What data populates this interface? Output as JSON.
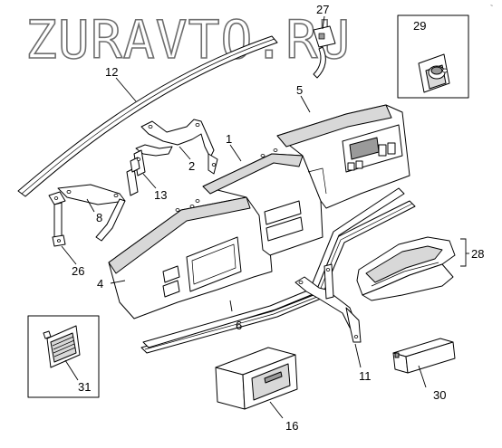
{
  "watermark": {
    "text": "ZURAVTO.RU"
  },
  "corner_mark": "~",
  "callouts": [
    {
      "id": "p1",
      "label": "1"
    },
    {
      "id": "p2",
      "label": "2"
    },
    {
      "id": "p4",
      "label": "4"
    },
    {
      "id": "p5",
      "label": "5"
    },
    {
      "id": "p6",
      "label": "6"
    },
    {
      "id": "p8",
      "label": "8"
    },
    {
      "id": "p11",
      "label": "11"
    },
    {
      "id": "p12",
      "label": "12"
    },
    {
      "id": "p13",
      "label": "13"
    },
    {
      "id": "p16",
      "label": "16"
    },
    {
      "id": "p26",
      "label": "26"
    },
    {
      "id": "p27",
      "label": "27"
    },
    {
      "id": "p28",
      "label": "28"
    },
    {
      "id": "p29",
      "label": "29"
    },
    {
      "id": "p30",
      "label": "30"
    },
    {
      "id": "p31",
      "label": "31"
    }
  ]
}
